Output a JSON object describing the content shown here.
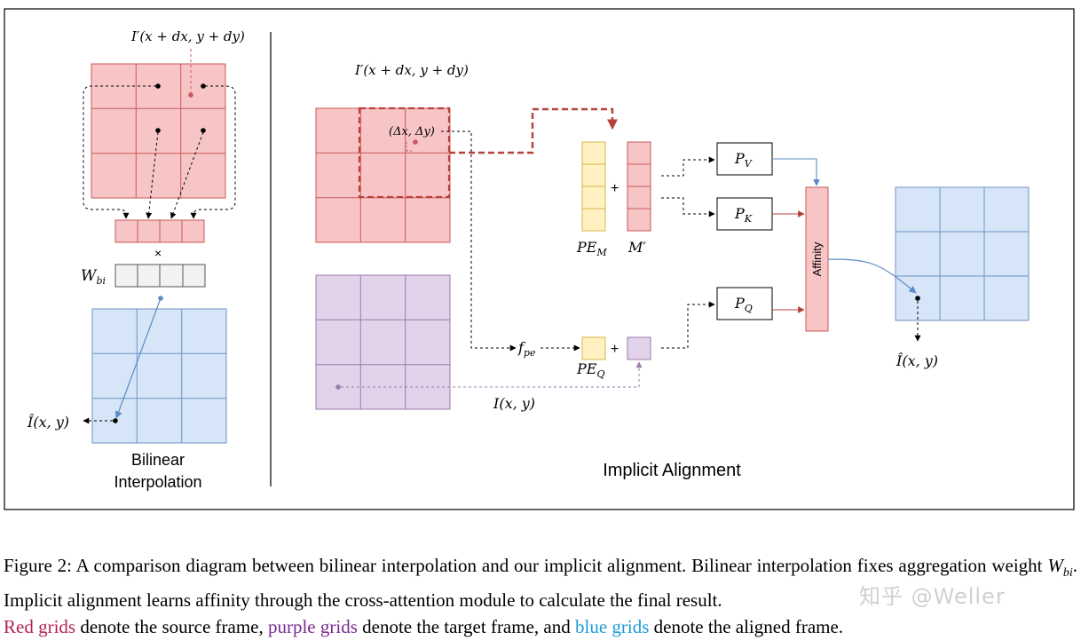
{
  "left_panel": {
    "top_label": "I′(x + dx, y + dy)",
    "weight_label": "W",
    "weight_sub": "bi",
    "times": "×",
    "output_label": "Î(x, y)",
    "title_line1": "Bilinear",
    "title_line2": "Interpolation"
  },
  "right_panel": {
    "source_label": "I′(x + dx, y + dy)",
    "delta_label": "(Δx, Δy)",
    "pe_m_label": "PE",
    "pe_m_sub": "M",
    "m_prime_label": "M′",
    "plus": "+",
    "f_pe_label": "f",
    "f_pe_sub": "pe",
    "pe_q_label": "PE",
    "pe_q_sub": "Q",
    "target_label": "I(x, y)",
    "pv_label": "P",
    "pv_sub": "V",
    "pk_label": "P",
    "pk_sub": "K",
    "pq_label": "P",
    "pq_sub": "Q",
    "affinity_label": "Affinity",
    "output_label": "Î(x, y)",
    "title": "Implicit Alignment"
  },
  "caption": {
    "line1": "Figure 2: A comparison diagram between bilinear interpolation and our implicit alignment. Bilinear interpolation fixes aggregation weight ",
    "w_symbol": "W",
    "w_sub": "bi",
    "line2": ". Implicit alignment learns affinity through the cross-attention module to calculate the final result.",
    "red_part": "Red grids",
    "after_red": " denote the source frame, ",
    "purple_part": "purple grids",
    "after_purple": " denote the target frame, and ",
    "blue_part": "blue grids",
    "after_blue": " denote the aligned frame."
  },
  "watermark": "知乎 @Weller",
  "colors": {
    "red_fill": "#f7c5c6",
    "red_stroke": "#c8585a",
    "blue_fill": "#d6e5f7",
    "blue_stroke": "#6f93c3",
    "purple_fill": "#e3d3ea",
    "purple_stroke": "#9b79ad",
    "yellow_fill": "#fff1c2",
    "yellow_stroke": "#d8b44a",
    "gray_fill": "#f2f2f2",
    "gray_stroke": "#555555",
    "dark_red_arrow": "#b8403c"
  }
}
